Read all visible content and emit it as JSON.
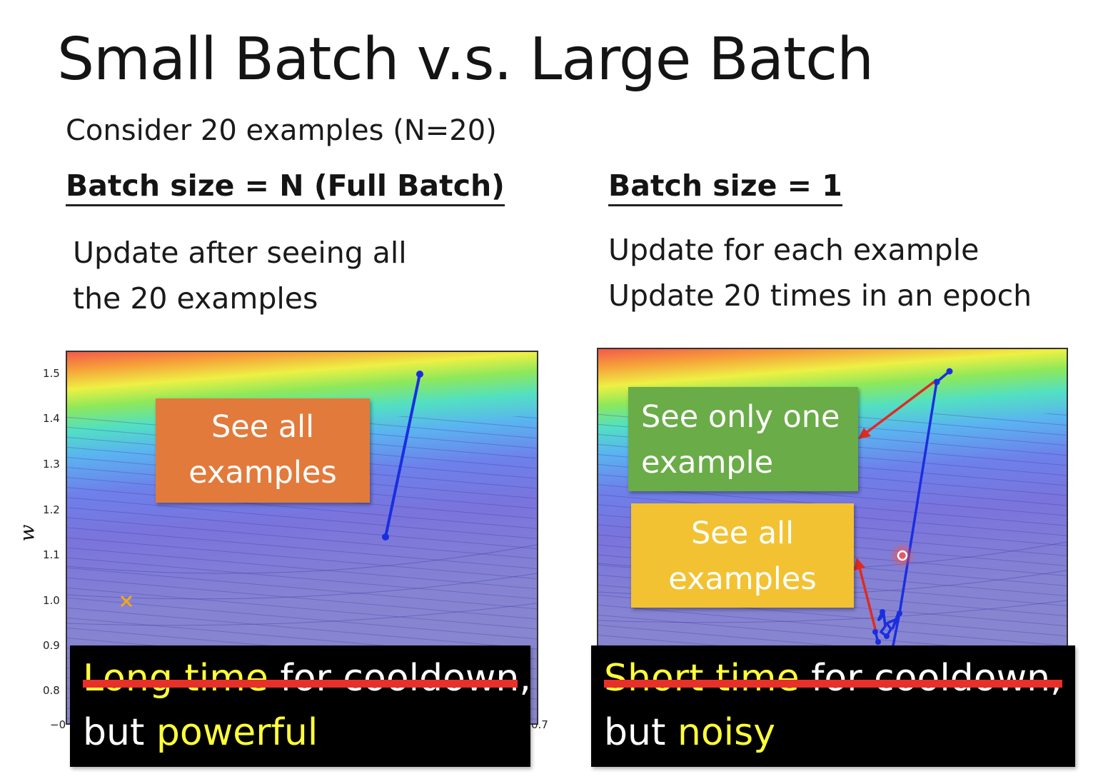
{
  "slide": {
    "title": "Small Batch v.s. Large Batch",
    "subtitle": "Consider 20 examples (N=20)"
  },
  "left": {
    "heading": "Batch size = N (Full Batch)",
    "desc_line1": "Update after seeing all",
    "desc_line2": "the 20 examples",
    "box": {
      "line1": "See all",
      "line2": "examples",
      "color": "#e27a3c"
    },
    "caption": {
      "struck_yellow": "Long time",
      "struck_white": " for cooldown,",
      "line2_white": "but ",
      "line2_yellow": "powerful"
    }
  },
  "right": {
    "heading": "Batch size = 1",
    "desc_line1": "Update for each example",
    "desc_line2": "Update 20 times in an epoch",
    "box_green": {
      "line1": "See only one",
      "line2": "example",
      "color": "#6aac48"
    },
    "box_yellow": {
      "line1": "See all",
      "line2": "examples",
      "color": "#f2c233"
    },
    "caption": {
      "struck_yellow": "Short time",
      "struck_white": " for cooldown,",
      "line2_white": "but ",
      "line2_yellow": "noisy"
    }
  },
  "axis": {
    "y_label": "w",
    "y_ticks": [
      "1.5",
      "1.4",
      "1.3",
      "1.2",
      "1.1",
      "1.0",
      "0.9",
      "0.8"
    ],
    "x_tick_left": "−0",
    "x_tick_right": "0.7"
  },
  "colors": {
    "strike": "#e8302a",
    "highlight_text": "#ffff3a",
    "path": "#1a2ee0",
    "arrow": "#e02a20"
  }
}
